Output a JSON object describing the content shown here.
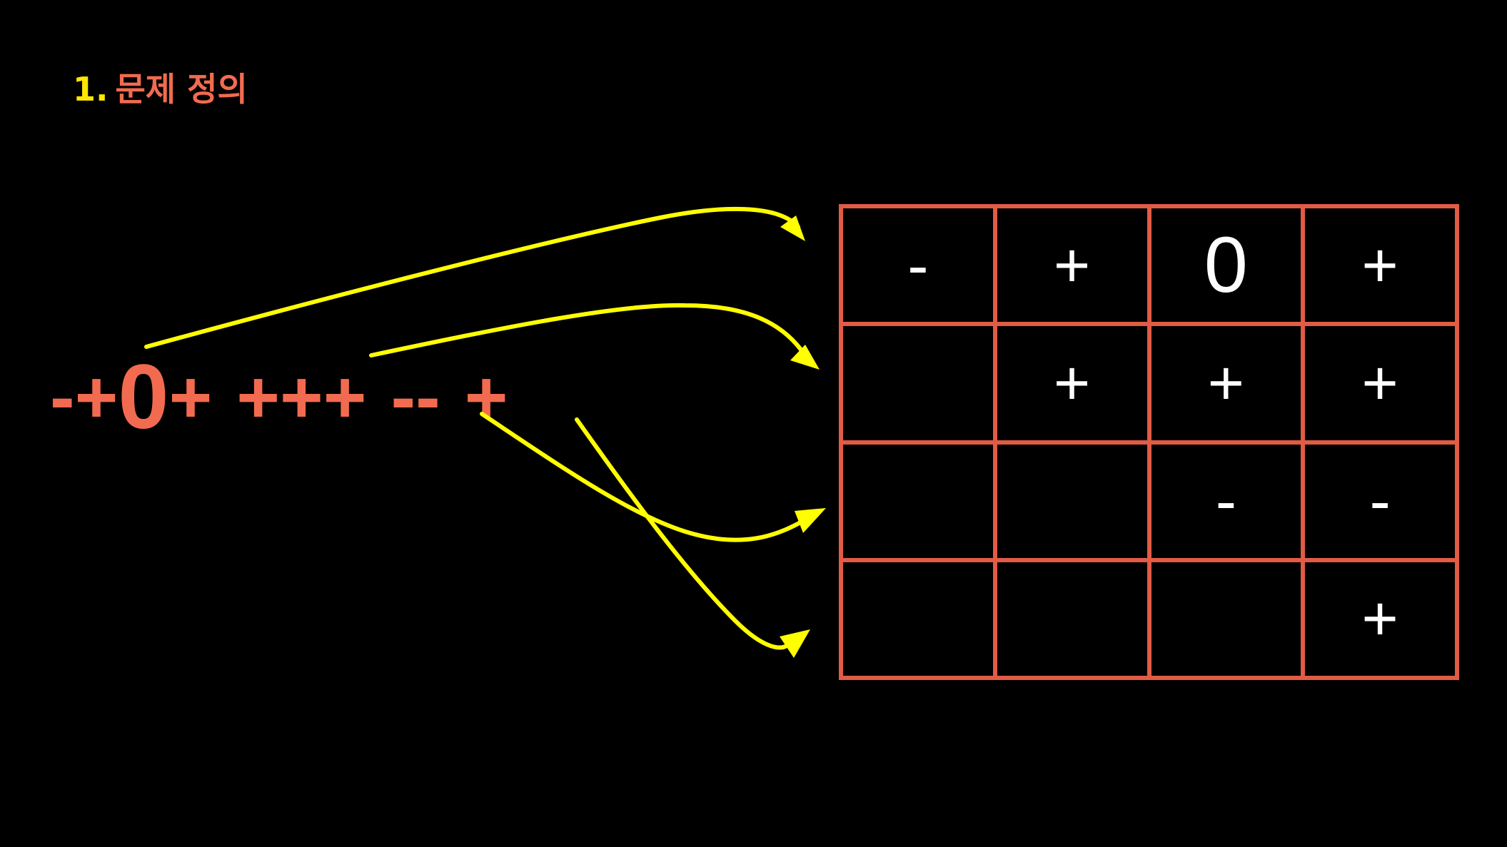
{
  "title": {
    "number": "1.",
    "text": "문제 정의"
  },
  "sequence": {
    "groups": [
      [
        "-",
        "+",
        "0",
        "+"
      ],
      [
        "+",
        "+",
        "+"
      ],
      [
        "-",
        "-"
      ],
      [
        "+"
      ]
    ]
  },
  "grid": {
    "rows": [
      [
        "-",
        "+",
        "0",
        "+"
      ],
      [
        "",
        "+",
        "+",
        "+"
      ],
      [
        "",
        "",
        "-",
        "-"
      ],
      [
        "",
        "",
        "",
        "+"
      ]
    ]
  },
  "colors": {
    "background": "#000000",
    "accent": "#F26B50",
    "grid_border": "#E15B45",
    "arrow": "#FFFF00",
    "title_number": "#FFE600",
    "cell_text": "#FFFFFF"
  }
}
